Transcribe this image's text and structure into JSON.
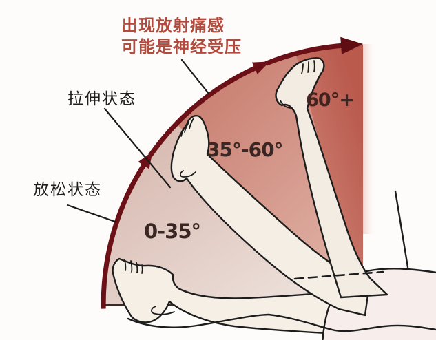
{
  "diagram": {
    "title": {
      "line1": "出现放射痛感",
      "line2": "可能是神经受压"
    },
    "state_labels": {
      "stretch": "拉伸状态",
      "relax": "放松状态"
    },
    "zones": [
      {
        "id": "relax",
        "range_label": "0-35°",
        "state_label": "放松状态",
        "fill": "#e6d6cf"
      },
      {
        "id": "stretch",
        "range_label": "35°-60°",
        "state_label": "拉伸状态",
        "fill": "#d2978a"
      },
      {
        "id": "pain",
        "range_label": "60°+",
        "state_label": "出现放射痛感 可能是神经受压",
        "fill": "#c3675a"
      }
    ],
    "colors": {
      "background": "#fdfcfb",
      "arc": "#6b1016",
      "title_text": "#b04b3e",
      "state_label_text": "#1f1f1f",
      "angle_label_text": "#3a2724",
      "leg_fill": "#f5efe6",
      "body_fill": "#f7eeeb",
      "outline": "#1d1d1d"
    }
  }
}
